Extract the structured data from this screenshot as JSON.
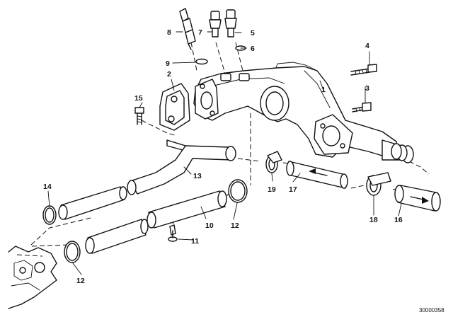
{
  "callouts": {
    "c1": "1",
    "c2": "2",
    "c3": "3",
    "c4": "4",
    "c5": "5",
    "c6": "6",
    "c7": "7",
    "c8": "8",
    "c9": "9",
    "c10": "10",
    "c11": "11",
    "c12a": "12",
    "c12b": "12",
    "c13": "13",
    "c14": "14",
    "c15": "15",
    "c16": "16",
    "c17": "17",
    "c18": "18",
    "c19": "19"
  },
  "catalog_number": "30000358"
}
